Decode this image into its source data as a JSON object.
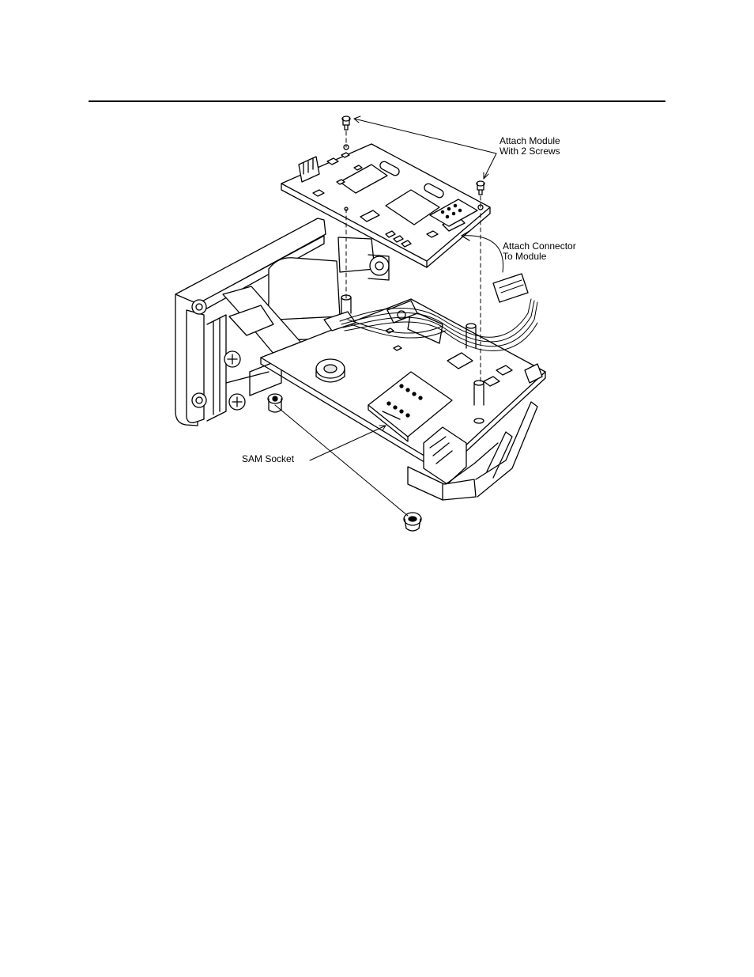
{
  "figure": {
    "description_labels": {
      "attach_screws_line1": "Attach Module",
      "attach_screws_line2": "With 2 Screws",
      "attach_connector_line1": "Attach Connector",
      "attach_connector_line2": "To Module",
      "sam_socket": "SAM Socket"
    },
    "colors": {
      "ink": "#000000",
      "paper": "#ffffff",
      "shade": "#e6e6e6"
    }
  }
}
